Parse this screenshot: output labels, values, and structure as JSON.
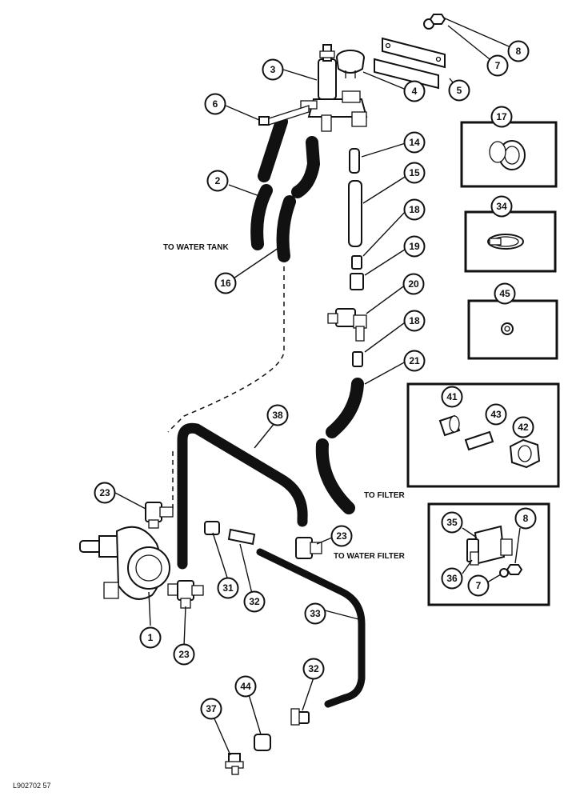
{
  "diagram": {
    "callouts": [
      "1",
      "2",
      "3",
      "4",
      "5",
      "6",
      "7",
      "7",
      "8",
      "8",
      "14",
      "15",
      "16",
      "17",
      "18",
      "18",
      "19",
      "20",
      "21",
      "23",
      "23",
      "23",
      "31",
      "32",
      "32",
      "33",
      "34",
      "35",
      "36",
      "37",
      "38",
      "41",
      "42",
      "43",
      "44",
      "45"
    ],
    "labels": {
      "to_water_tank": "TO WATER TANK",
      "to_filter": "TO FILTER",
      "to_water_filter": "TO WATER FILTER"
    },
    "reference_code": "L902702 57"
  }
}
